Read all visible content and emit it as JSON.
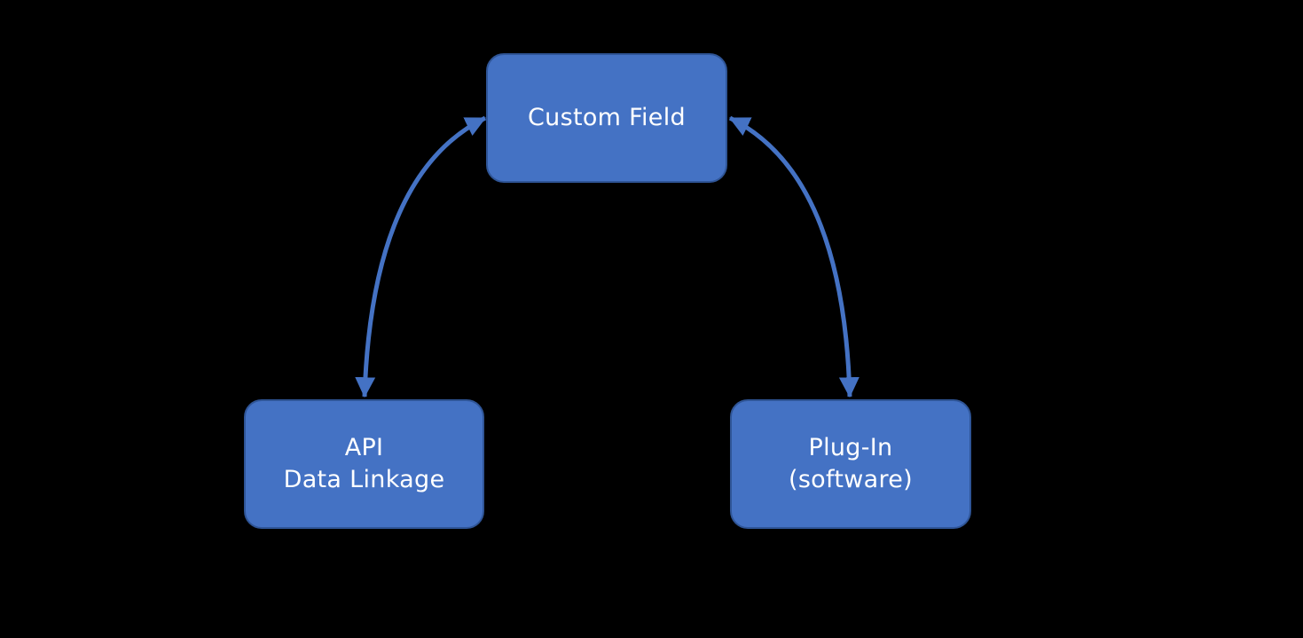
{
  "diagram": {
    "nodes": {
      "custom_field": {
        "label": "Custom Field"
      },
      "api": {
        "line1": "API",
        "line2": "Data Linkage"
      },
      "plugin": {
        "line1": "Plug-In",
        "line2": "(software)"
      }
    },
    "connectors": [
      {
        "id": "custom-field-to-api",
        "from": "Custom Field",
        "to": "API Data Linkage",
        "arrows": "both",
        "shape": "curved"
      },
      {
        "id": "custom-field-to-plugin",
        "from": "Custom Field",
        "to": "Plug-In (software)",
        "arrows": "both",
        "shape": "curved"
      }
    ],
    "colors": {
      "background": "#000000",
      "node_fill": "#4472C4",
      "node_border": "#2F5597",
      "arrow": "#4472C4",
      "text": "#FFFFFF"
    }
  }
}
